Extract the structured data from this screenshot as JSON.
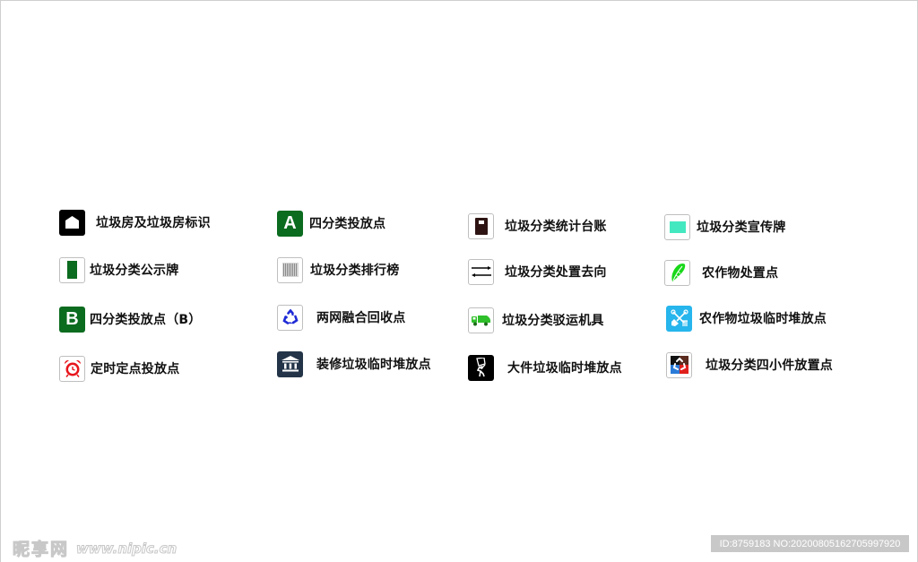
{
  "legend": {
    "columns": [
      {
        "items": [
          {
            "label": "垃圾房及垃圾房标识",
            "icon": "house-icon",
            "icon_bg": "#000000"
          },
          {
            "label": "垃圾分类公示牌",
            "icon": "green-board-icon",
            "icon_color": "#0b6b1f"
          },
          {
            "label": "四分类投放点（B）",
            "icon": "letter-b-icon",
            "icon_text": "B",
            "icon_bg": "#0b6b1f"
          },
          {
            "label": "定时定点投放点",
            "icon": "alarm-clock-icon",
            "icon_color": "#e8141b"
          }
        ]
      },
      {
        "items": [
          {
            "label": "四分类投放点",
            "icon": "letter-a-icon",
            "icon_text": "A",
            "icon_bg": "#0b6b1f"
          },
          {
            "label": "垃圾分类排行榜",
            "icon": "barcode-list-icon",
            "icon_color": "#9a9a9a"
          },
          {
            "label": "两网融合回收点",
            "icon": "recycle-icon",
            "icon_color": "#1f2bd6"
          },
          {
            "label": "装修垃圾临时堆放点",
            "icon": "building-columns-icon",
            "icon_bg": "#233448"
          }
        ]
      },
      {
        "items": [
          {
            "label": "垃圾分类统计台账",
            "icon": "ledger-book-icon",
            "icon_color": "#2d1412"
          },
          {
            "label": "垃圾分类处置去向",
            "icon": "two-way-arrows-icon",
            "icon_color": "#000000"
          },
          {
            "label": "垃圾分类驳运机具",
            "icon": "garbage-truck-icon",
            "icon_color": "#2fbf2a"
          },
          {
            "label": "大件垃圾临时堆放点",
            "icon": "person-carrying-box-icon",
            "icon_bg": "#000000"
          }
        ]
      },
      {
        "items": [
          {
            "label": "垃圾分类宣传牌",
            "icon": "mint-board-icon",
            "icon_color": "#44e8c0"
          },
          {
            "label": "农作物处置点",
            "icon": "vegetable-leaf-icon",
            "icon_color": "#19d81a"
          },
          {
            "label": "农作物垃圾临时堆放点",
            "icon": "shovel-fork-icon",
            "icon_bg": "#26b5ec"
          },
          {
            "label": "垃圾分类四小件放置点",
            "icon": "four-color-recycle-icon",
            "icon_colors": [
              "#111111",
              "#5a2b1e",
              "#2a7bd8",
              "#e0201d"
            ]
          }
        ]
      }
    ]
  },
  "watermark": {
    "site_name": "昵享网",
    "site_url": "www.nipic.cn",
    "id_text": "ID:8759183 NO:20200805162705997920"
  }
}
